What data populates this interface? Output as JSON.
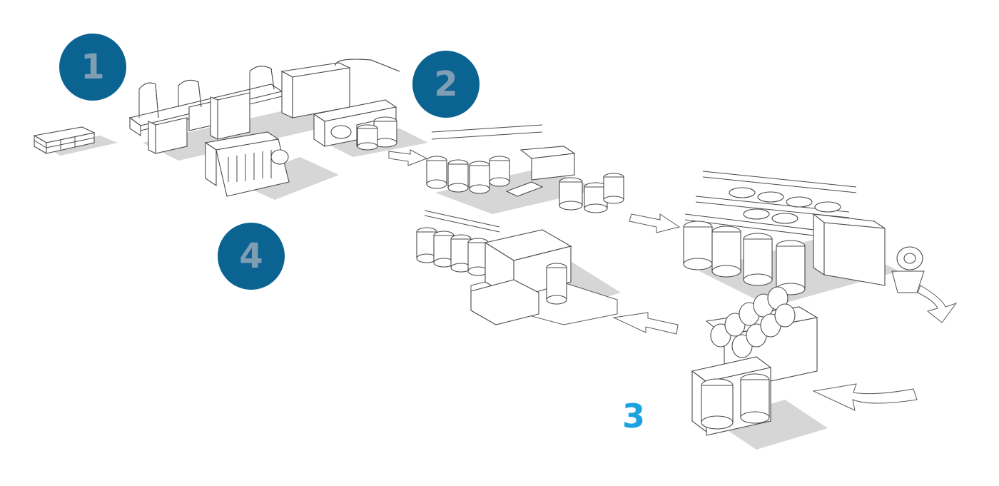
{
  "steps": [
    {
      "label": "1",
      "style": "badge"
    },
    {
      "label": "2",
      "style": "badge"
    },
    {
      "label": "3",
      "style": "plain"
    },
    {
      "label": "4",
      "style": "badge"
    }
  ],
  "colors": {
    "badge_fill": "#0a6390",
    "badge_text": "#7f9eb3",
    "step3_text": "#1aa3e0",
    "line": "#4a4a4a",
    "shadow": "#d6d6d6"
  }
}
